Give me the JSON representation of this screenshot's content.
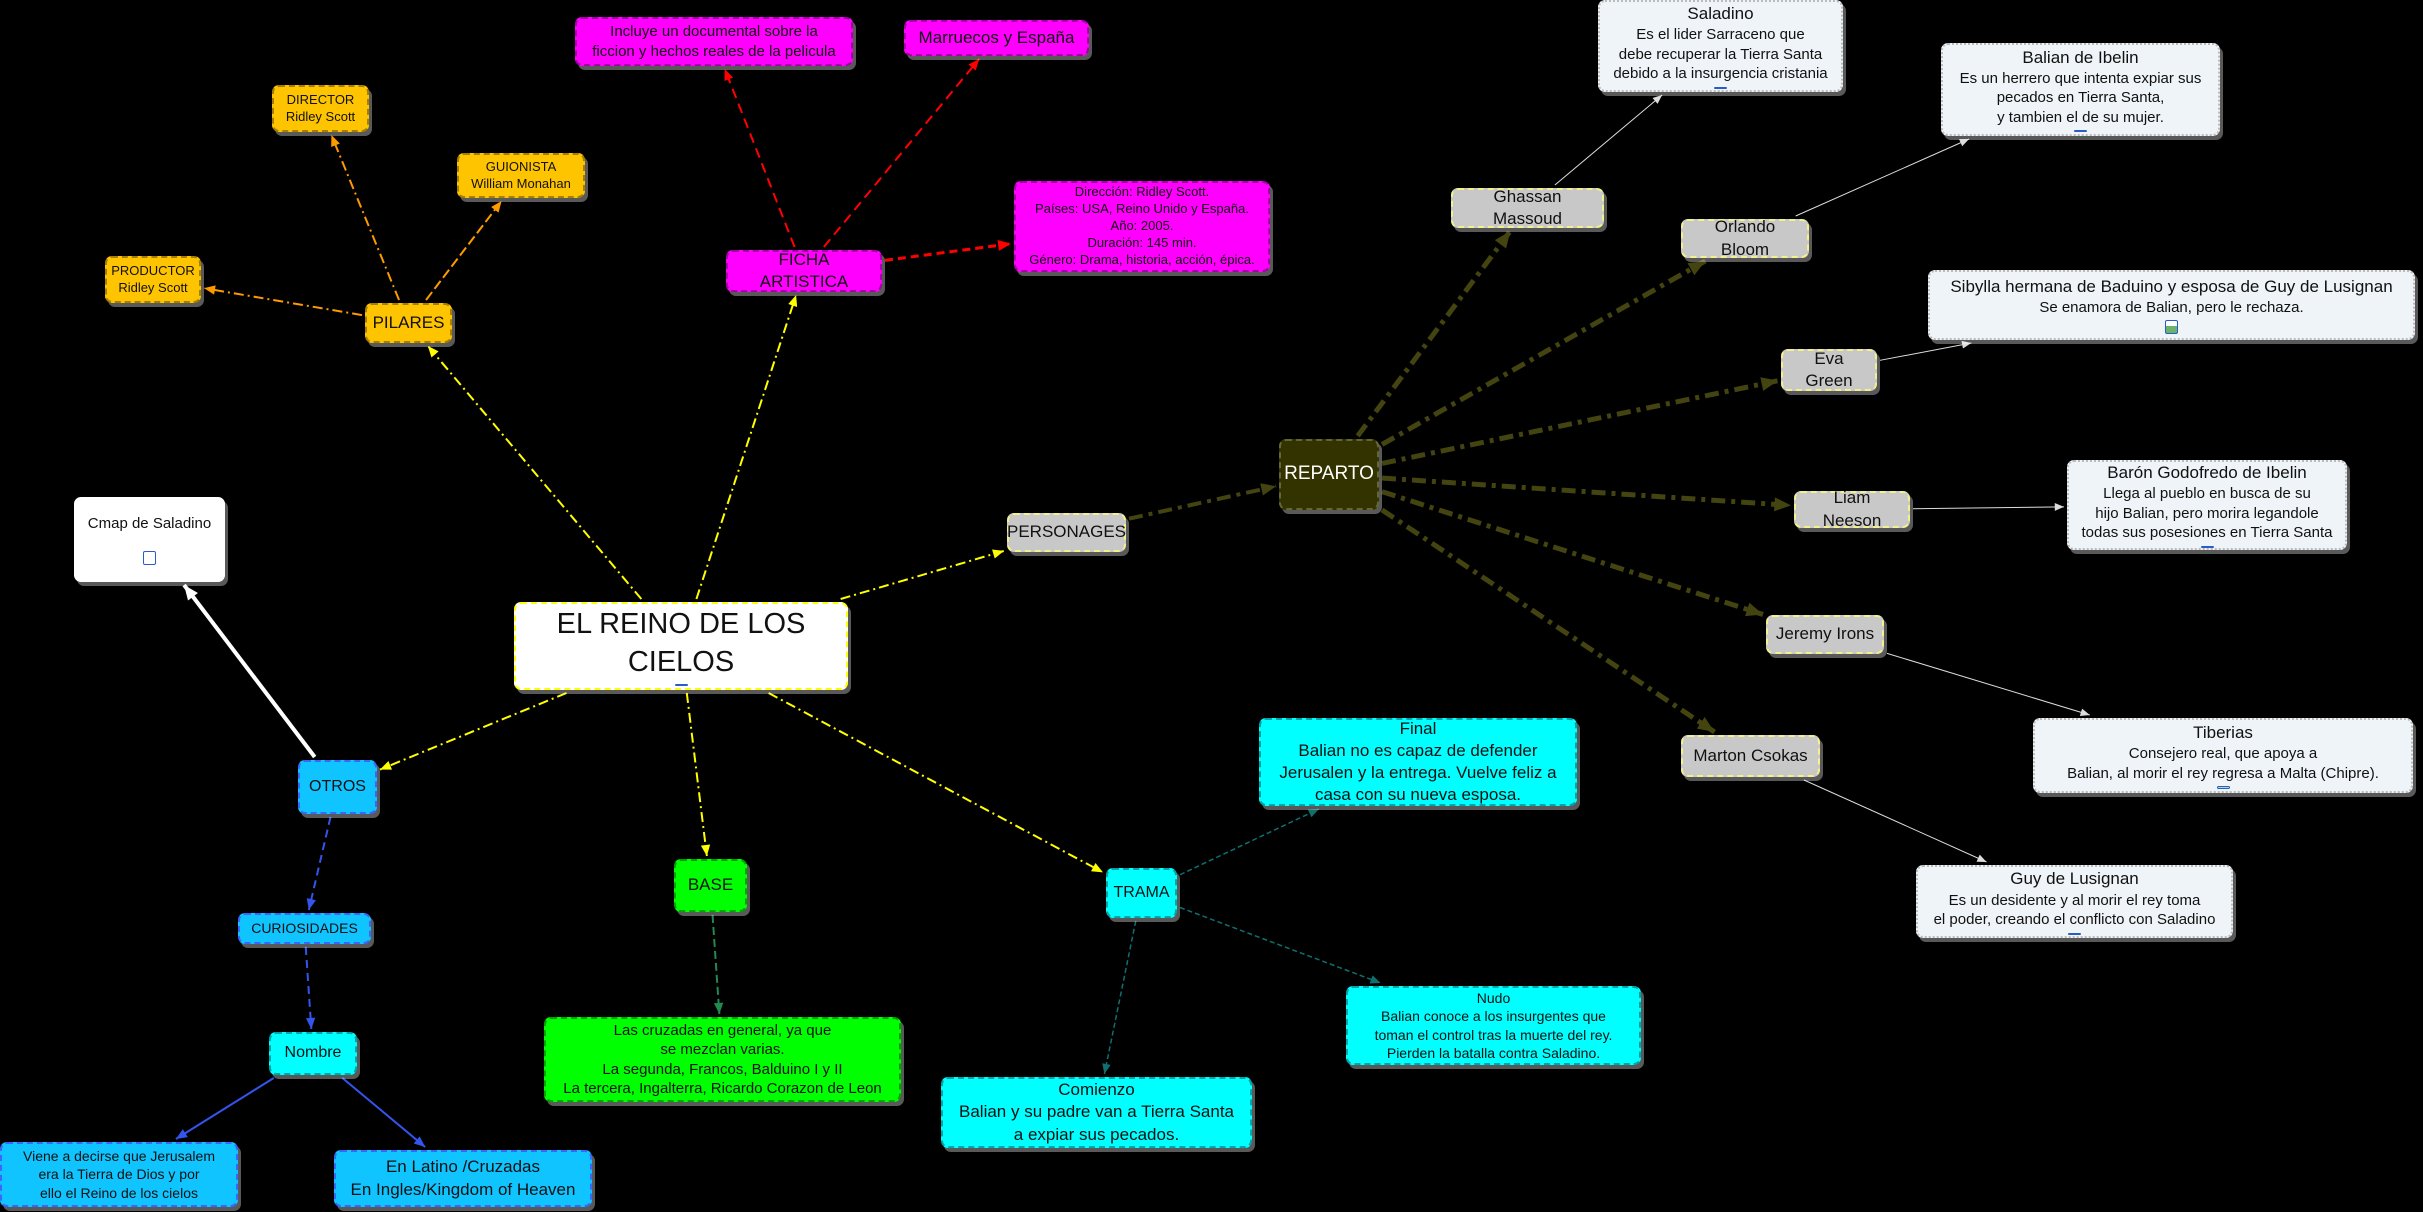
{
  "main": {
    "title": "EL REINO DE LOS CIELOS"
  },
  "pilares": {
    "label": "PILARES",
    "productor": "PRODUCTOR\nRidley Scott",
    "director": "DIRECTOR\nRidley Scott",
    "guionista": "GUIONISTA\nWilliam Monahan"
  },
  "ficha": {
    "label": "FICHA ARTISTICA",
    "documental": "Incluye un documental sobre la\nficcion y hechos reales de la pelicula",
    "lugares": "Marruecos y España",
    "datos": "Dirección: Ridley Scott.\nPaíses: USA, Reino Unido y España.\nAño: 2005.\nDuración: 145 min.\nGénero: Drama, historia, acción, épica."
  },
  "personages": {
    "label": "PERSONAGES"
  },
  "reparto": {
    "label": "REPARTO",
    "actors": [
      {
        "name": "Ghassan Massoud",
        "role_title": "Saladino",
        "role_desc": "Es el lider Sarraceno que\ndebe recuperar la Tierra Santa\ndebido a la insurgencia cristania"
      },
      {
        "name": "Orlando Bloom",
        "role_title": "Balian de Ibelin",
        "role_desc": "Es un herrero que intenta expiar sus\npecados en Tierra Santa,\ny tambien el de su mujer."
      },
      {
        "name": "Eva Green",
        "role_title": "Sibylla hermana de Baduino y esposa de Guy de Lusignan",
        "role_desc": "Se enamora de Balian, pero le rechaza."
      },
      {
        "name": "Liam Neeson",
        "role_title": "Barón Godofredo de Ibelin",
        "role_desc": "Llega al pueblo en busca de su\nhijo Balian, pero morira legandole\ntodas sus posesiones en Tierra Santa"
      },
      {
        "name": "Jeremy Irons",
        "role_title": "Tiberias",
        "role_desc": "Consejero real, que apoya a\nBalian, al morir el rey regresa a Malta (Chipre)."
      },
      {
        "name": "Marton Csokas",
        "role_title": "Guy de Lusignan",
        "role_desc": "Es un desidente y al morir el rey toma\nel poder, creando el conflicto con Saladino"
      }
    ]
  },
  "trama": {
    "label": "TRAMA",
    "final": "Final\nBalian no es capaz de defender\nJerusalen y la entrega. Vuelve feliz a\ncasa con su nueva esposa.",
    "nudo": "Nudo\nBalian conoce a los insurgentes que\ntoman el control tras la muerte del rey.\nPierden la batalla contra Saladino.",
    "comienzo": "Comienzo\nBalian y su padre van a Tierra Santa\na expiar sus pecados."
  },
  "base": {
    "label": "BASE",
    "desc": "Las cruzadas en general, ya que\nse mezclan varias.\nLa segunda, Francos, Balduino I y II\nLa tercera, Ingalterra, Ricardo Corazon de Leon"
  },
  "otros": {
    "label": "OTROS",
    "cmap": "Cmap de Saladino",
    "curiosidades": "CURIOSIDADES",
    "nombre": "Nombre",
    "viene": "Viene a decirse que Jerusalem\nera la Tierra de Dios y por\nello el Reino de los cielos",
    "latino": "En Latino /Cruzadas\nEn Ingles/Kingdom of Heaven"
  },
  "colors": {
    "background": "#000000",
    "pilares": "#ffc400",
    "ficha": "#ff00ff",
    "reparto": "#333300",
    "trama": "#00ffff",
    "base": "#00ff00",
    "otros": "#10c4ff"
  }
}
